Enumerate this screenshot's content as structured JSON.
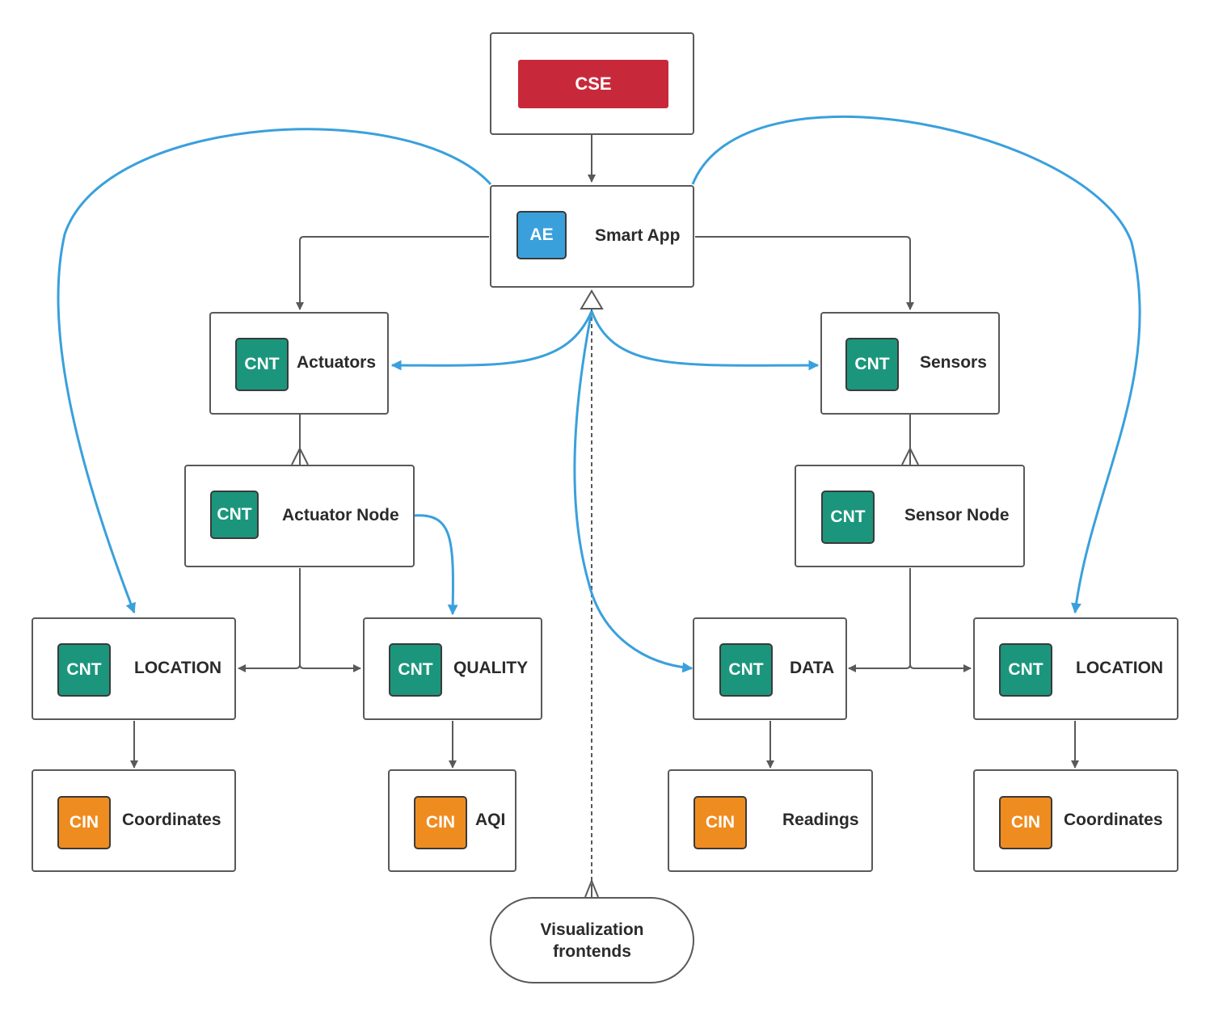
{
  "colors": {
    "composition": "#595959",
    "reference": "#3aa0dc",
    "cse": "#c8293a",
    "cnt": "#1b967c",
    "cin": "#ef8c1f",
    "ae": "#3aa0dc"
  },
  "cse": {
    "label": "CSE"
  },
  "smart_app": {
    "badge": "AE",
    "label": "Smart App"
  },
  "actuators": {
    "badge": "CNT",
    "label": "Actuators"
  },
  "sensors": {
    "badge": "CNT",
    "label": "Sensors"
  },
  "actuator_node": {
    "badge": "CNT",
    "label": "Actuator Node"
  },
  "sensor_node": {
    "badge": "CNT",
    "label": "Sensor Node"
  },
  "location_left": {
    "badge": "CNT",
    "label": "LOCATION"
  },
  "quality": {
    "badge": "CNT",
    "label": "QUALITY"
  },
  "data": {
    "badge": "CNT",
    "label": "DATA"
  },
  "location_right": {
    "badge": "CNT",
    "label": "LOCATION"
  },
  "coordinates_left": {
    "badge": "CIN",
    "label": "Coordinates"
  },
  "aqi": {
    "badge": "CIN",
    "label": "AQI"
  },
  "readings": {
    "badge": "CIN",
    "label": "Readings"
  },
  "coordinates_right": {
    "badge": "CIN",
    "label": "Coordinates"
  },
  "visualization": {
    "line1": "Visualization",
    "line2": "frontends"
  },
  "edges": [
    {
      "from": "cse",
      "to": "smart_app",
      "kind": "composition"
    },
    {
      "from": "smart_app",
      "to": "actuators",
      "kind": "composition"
    },
    {
      "from": "smart_app",
      "to": "sensors",
      "kind": "composition"
    },
    {
      "from": "actuators",
      "to": "actuator_node",
      "kind": "crow-foot"
    },
    {
      "from": "sensors",
      "to": "sensor_node",
      "kind": "crow-foot"
    },
    {
      "from": "actuator_node",
      "to": "location_left",
      "kind": "composition"
    },
    {
      "from": "actuator_node",
      "to": "quality",
      "kind": "composition"
    },
    {
      "from": "sensor_node",
      "to": "data",
      "kind": "composition"
    },
    {
      "from": "sensor_node",
      "to": "location_right",
      "kind": "composition"
    },
    {
      "from": "location_left",
      "to": "coordinates_left",
      "kind": "composition"
    },
    {
      "from": "quality",
      "to": "aqi",
      "kind": "composition"
    },
    {
      "from": "data",
      "to": "readings",
      "kind": "composition"
    },
    {
      "from": "location_right",
      "to": "coordinates_right",
      "kind": "composition"
    },
    {
      "from": "visualization",
      "to": "smart_app",
      "kind": "dashed-inheritance"
    },
    {
      "from": "smart_app",
      "to": "actuators",
      "kind": "reference"
    },
    {
      "from": "smart_app",
      "to": "sensors",
      "kind": "reference"
    },
    {
      "from": "smart_app",
      "to": "data",
      "kind": "reference"
    },
    {
      "from": "smart_app",
      "to": "location_left",
      "kind": "reference"
    },
    {
      "from": "smart_app",
      "to": "location_right",
      "kind": "reference"
    },
    {
      "from": "actuator_node",
      "to": "quality",
      "kind": "reference"
    }
  ]
}
